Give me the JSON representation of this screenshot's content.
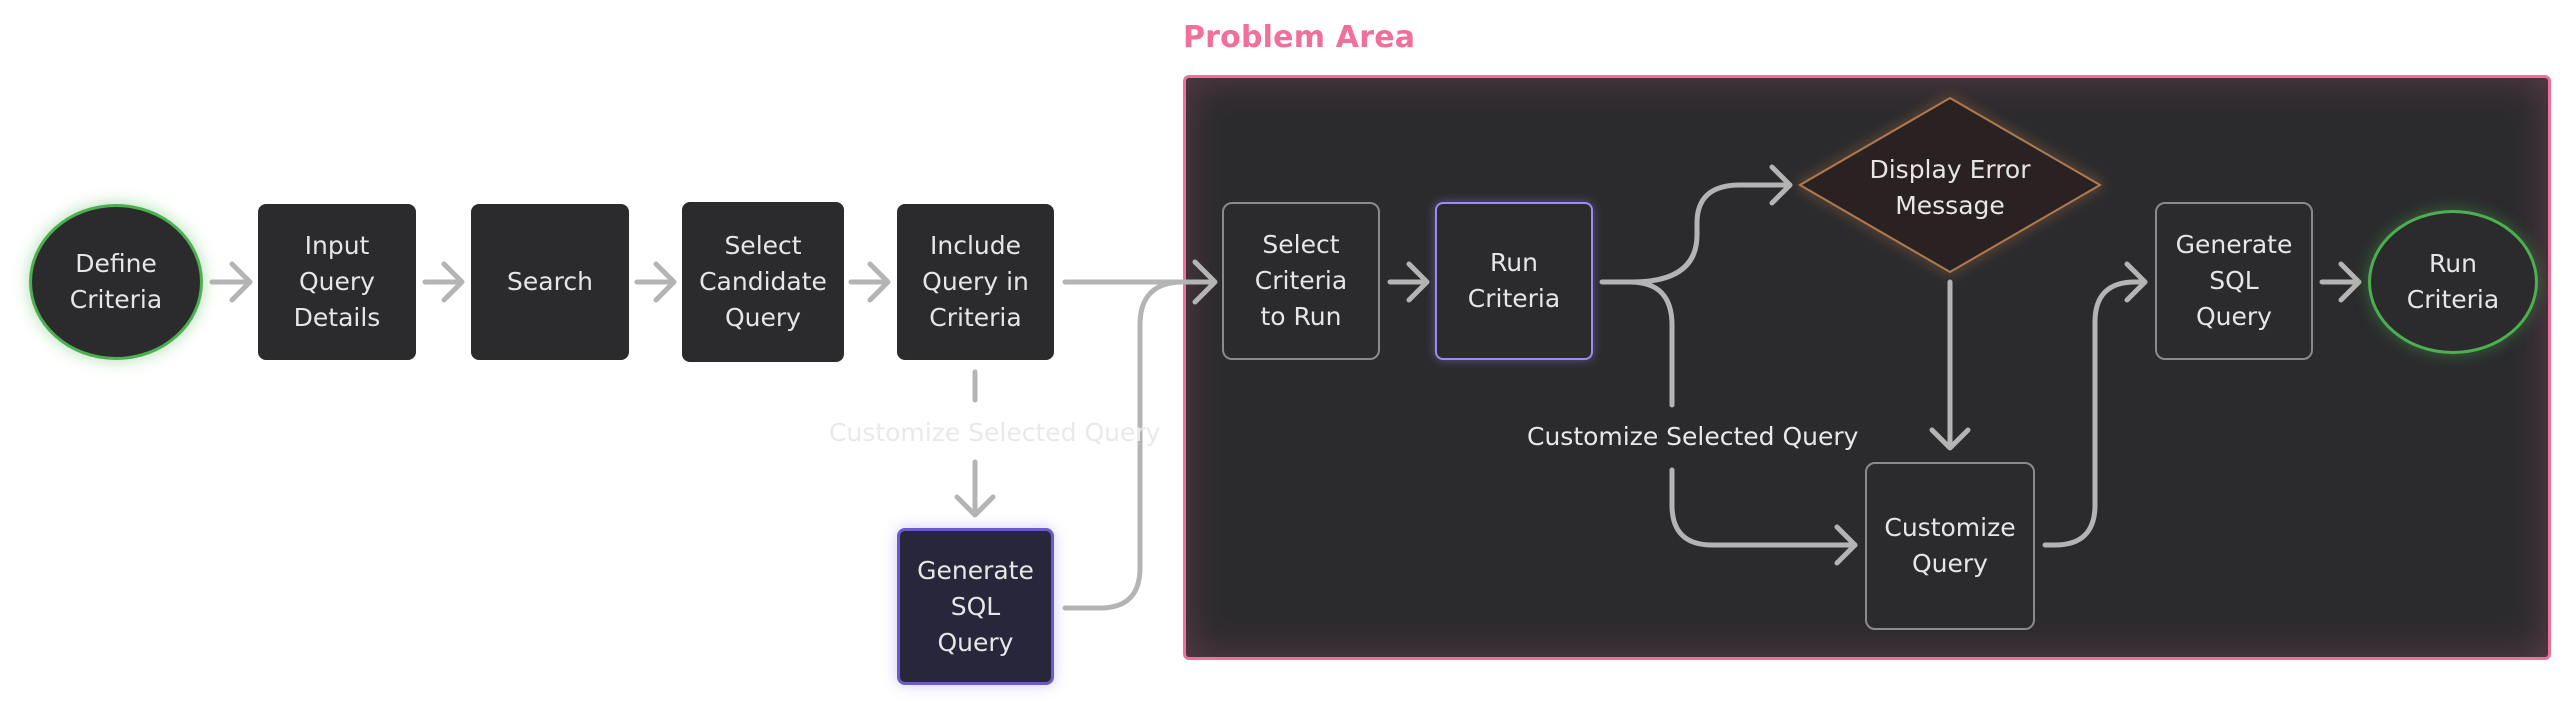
{
  "diagram": {
    "problem_area": {
      "title": "Problem Area"
    },
    "nodes": {
      "define_criteria": "Define\nCriteria",
      "input_query_details": "Input\nQuery\nDetails",
      "search": "Search",
      "select_candidate_query": "Select\nCandidate\nQuery",
      "include_query_in_criteria": "Include\nQuery in\nCriteria",
      "generate_sql_query_left": "Generate\nSQL\nQuery",
      "select_criteria_to_run": "Select\nCriteria\nto Run",
      "run_criteria_inner": "Run\nCriteria",
      "display_error_message": "Display Error\nMessage",
      "customize_query": "Customize\nQuery",
      "generate_sql_query_right": "Generate\nSQL\nQuery",
      "run_criteria_end": "Run\nCriteria"
    },
    "labels": {
      "customize_selected_query_outer": "Customize Selected Query",
      "customize_selected_query_inner": "Customize Selected Query"
    },
    "colors": {
      "problem_area_border": "#f0709a",
      "node_fill": "#2b2b2d",
      "connector": "#b4b4b4",
      "start_end_glow": "#4caf50",
      "highlight_border": "#6a5acd",
      "diamond_border": "#b07a50"
    }
  }
}
